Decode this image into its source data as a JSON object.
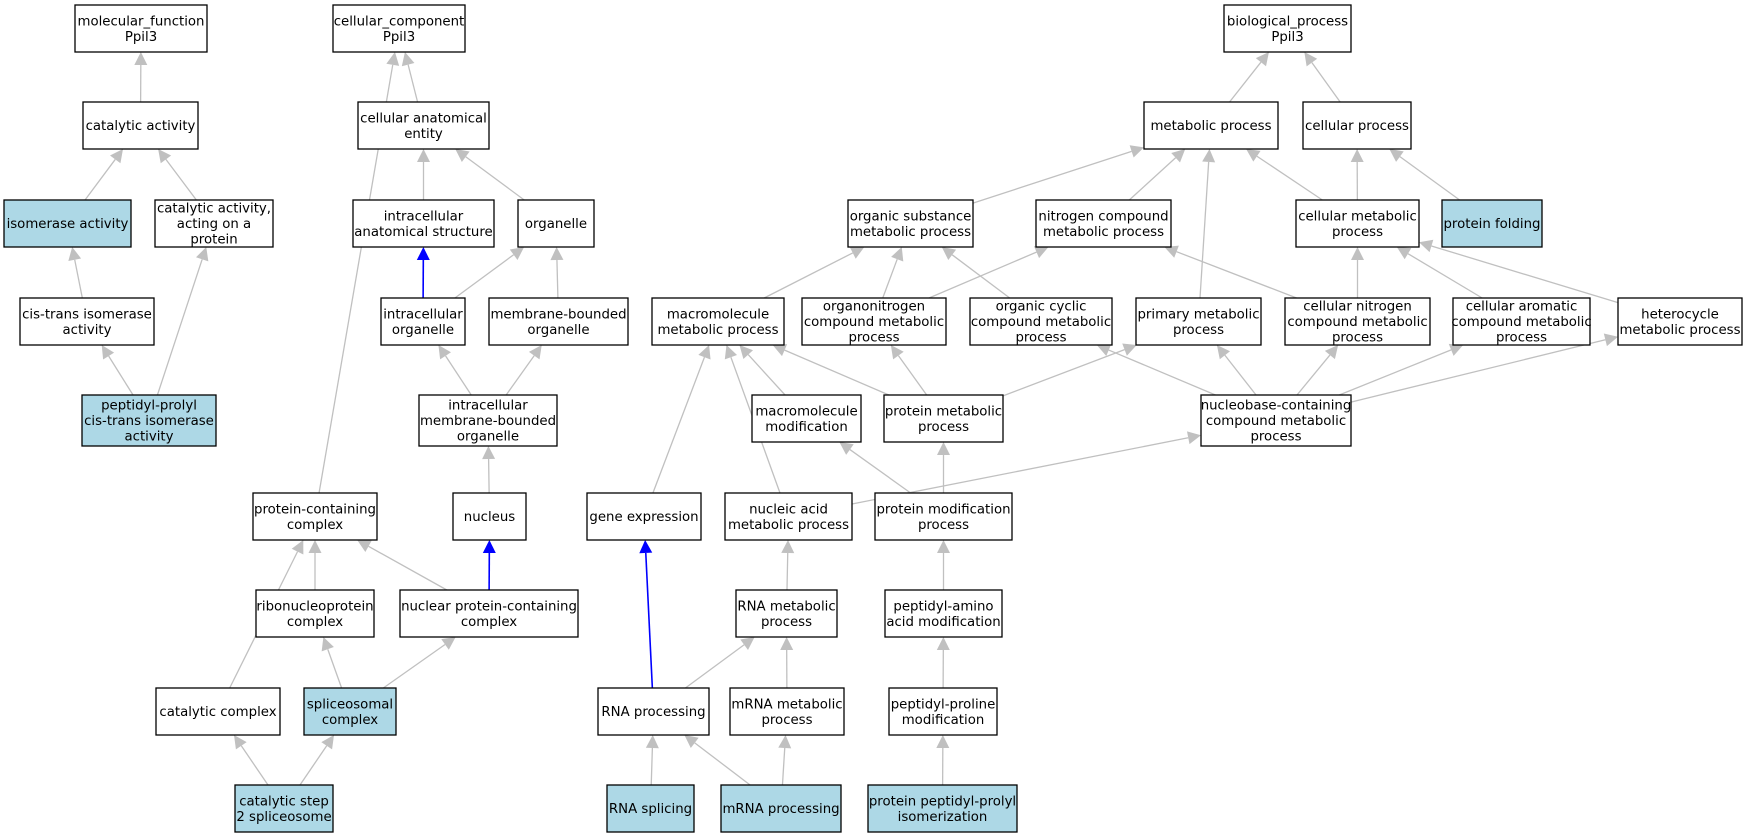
{
  "colors": {
    "node_fill": "#ffffff",
    "highlight_fill": "#add8e6",
    "edge_gray": "#c0c0c0",
    "edge_blue": "#0000ff"
  },
  "nodes": [
    {
      "id": "mf",
      "label": [
        "molecular_function",
        "Ppil3"
      ],
      "highlight": false
    },
    {
      "id": "cat",
      "label": [
        "catalytic activity"
      ],
      "highlight": false
    },
    {
      "id": "iso",
      "label": [
        "isomerase activity"
      ],
      "highlight": true
    },
    {
      "id": "catprot",
      "label": [
        "catalytic activity,",
        "acting on a",
        "protein"
      ],
      "highlight": false
    },
    {
      "id": "cti",
      "label": [
        "cis-trans isomerase",
        "activity"
      ],
      "highlight": false
    },
    {
      "id": "ppiso",
      "label": [
        "peptidyl-prolyl",
        "cis-trans isomerase",
        "activity"
      ],
      "highlight": true
    },
    {
      "id": "cc",
      "label": [
        "cellular_component",
        "Ppil3"
      ],
      "highlight": false
    },
    {
      "id": "cae",
      "label": [
        "cellular anatomical",
        "entity"
      ],
      "highlight": false
    },
    {
      "id": "ias",
      "label": [
        "intracellular",
        "anatomical structure"
      ],
      "highlight": false
    },
    {
      "id": "org",
      "label": [
        "organelle"
      ],
      "highlight": false
    },
    {
      "id": "iorg",
      "label": [
        "intracellular",
        "organelle"
      ],
      "highlight": false
    },
    {
      "id": "mbo",
      "label": [
        "membrane-bounded",
        "organelle"
      ],
      "highlight": false
    },
    {
      "id": "imbo",
      "label": [
        "intracellular",
        "membrane-bounded",
        "organelle"
      ],
      "highlight": false
    },
    {
      "id": "nuc",
      "label": [
        "nucleus"
      ],
      "highlight": false
    },
    {
      "id": "pcc",
      "label": [
        "protein-containing",
        "complex"
      ],
      "highlight": false
    },
    {
      "id": "rnp",
      "label": [
        "ribonucleoprotein",
        "complex"
      ],
      "highlight": false
    },
    {
      "id": "npcc",
      "label": [
        "nuclear protein-containing",
        "complex"
      ],
      "highlight": false
    },
    {
      "id": "catc",
      "label": [
        "catalytic complex"
      ],
      "highlight": false
    },
    {
      "id": "splc",
      "label": [
        "spliceosomal",
        "complex"
      ],
      "highlight": true
    },
    {
      "id": "cs2",
      "label": [
        "catalytic step",
        "2 spliceosome"
      ],
      "highlight": true
    },
    {
      "id": "bp",
      "label": [
        "biological_process",
        "Ppil3"
      ],
      "highlight": false
    },
    {
      "id": "met",
      "label": [
        "metabolic process"
      ],
      "highlight": false
    },
    {
      "id": "cp",
      "label": [
        "cellular process"
      ],
      "highlight": false
    },
    {
      "id": "osm",
      "label": [
        "organic substance",
        "metabolic process"
      ],
      "highlight": false
    },
    {
      "id": "ncm",
      "label": [
        "nitrogen compound",
        "metabolic process"
      ],
      "highlight": false
    },
    {
      "id": "cmp",
      "label": [
        "cellular metabolic",
        "process"
      ],
      "highlight": false
    },
    {
      "id": "pf",
      "label": [
        "protein folding"
      ],
      "highlight": true
    },
    {
      "id": "mmp",
      "label": [
        "macromolecule",
        "metabolic process"
      ],
      "highlight": false
    },
    {
      "id": "oncm",
      "label": [
        "organonitrogen",
        "compound metabolic",
        "process"
      ],
      "highlight": false
    },
    {
      "id": "occm",
      "label": [
        "organic cyclic",
        "compound metabolic",
        "process"
      ],
      "highlight": false
    },
    {
      "id": "pmp",
      "label": [
        "primary metabolic",
        "process"
      ],
      "highlight": false
    },
    {
      "id": "cncm",
      "label": [
        "cellular nitrogen",
        "compound metabolic",
        "process"
      ],
      "highlight": false
    },
    {
      "id": "cacm",
      "label": [
        "cellular aromatic",
        "compound metabolic",
        "process"
      ],
      "highlight": false
    },
    {
      "id": "hmp",
      "label": [
        "heterocycle",
        "metabolic process"
      ],
      "highlight": false
    },
    {
      "id": "mmod",
      "label": [
        "macromolecule",
        "modification"
      ],
      "highlight": false
    },
    {
      "id": "protm",
      "label": [
        "protein metabolic",
        "process"
      ],
      "highlight": false
    },
    {
      "id": "nbcm",
      "label": [
        "nucleobase-containing",
        "compound metabolic",
        "process"
      ],
      "highlight": false
    },
    {
      "id": "gexp",
      "label": [
        "gene expression"
      ],
      "highlight": false
    },
    {
      "id": "nam",
      "label": [
        "nucleic acid",
        "metabolic process"
      ],
      "highlight": false
    },
    {
      "id": "pmod",
      "label": [
        "protein modification",
        "process"
      ],
      "highlight": false
    },
    {
      "id": "rnam",
      "label": [
        "RNA metabolic",
        "process"
      ],
      "highlight": false
    },
    {
      "id": "pam",
      "label": [
        "peptidyl-amino",
        "acid modification"
      ],
      "highlight": false
    },
    {
      "id": "rnap",
      "label": [
        "RNA processing"
      ],
      "highlight": false
    },
    {
      "id": "mrnam",
      "label": [
        "mRNA metabolic",
        "process"
      ],
      "highlight": false
    },
    {
      "id": "ppm",
      "label": [
        "peptidyl-proline",
        "modification"
      ],
      "highlight": false
    },
    {
      "id": "rnas",
      "label": [
        "RNA splicing"
      ],
      "highlight": true
    },
    {
      "id": "mrnap",
      "label": [
        "mRNA processing"
      ],
      "highlight": true
    },
    {
      "id": "ppi",
      "label": [
        "protein peptidyl-prolyl",
        "isomerization"
      ],
      "highlight": true
    }
  ],
  "edges": [
    {
      "from": "cat",
      "to": "mf",
      "color": "gray"
    },
    {
      "from": "iso",
      "to": "cat",
      "color": "gray"
    },
    {
      "from": "catprot",
      "to": "cat",
      "color": "gray"
    },
    {
      "from": "cti",
      "to": "iso",
      "color": "gray"
    },
    {
      "from": "ppiso",
      "to": "cti",
      "color": "gray"
    },
    {
      "from": "ppiso",
      "to": "catprot",
      "color": "gray"
    },
    {
      "from": "cae",
      "to": "cc",
      "color": "gray"
    },
    {
      "from": "pcc",
      "to": "cc",
      "color": "gray"
    },
    {
      "from": "ias",
      "to": "cae",
      "color": "gray"
    },
    {
      "from": "org",
      "to": "cae",
      "color": "gray"
    },
    {
      "from": "iorg",
      "to": "ias",
      "color": "blue"
    },
    {
      "from": "iorg",
      "to": "org",
      "color": "gray"
    },
    {
      "from": "mbo",
      "to": "org",
      "color": "gray"
    },
    {
      "from": "imbo",
      "to": "iorg",
      "color": "gray"
    },
    {
      "from": "imbo",
      "to": "mbo",
      "color": "gray"
    },
    {
      "from": "nuc",
      "to": "imbo",
      "color": "gray"
    },
    {
      "from": "rnp",
      "to": "pcc",
      "color": "gray"
    },
    {
      "from": "npcc",
      "to": "pcc",
      "color": "gray"
    },
    {
      "from": "npcc",
      "to": "nuc",
      "color": "blue"
    },
    {
      "from": "catc",
      "to": "pcc",
      "color": "gray"
    },
    {
      "from": "splc",
      "to": "rnp",
      "color": "gray"
    },
    {
      "from": "splc",
      "to": "npcc",
      "color": "gray"
    },
    {
      "from": "cs2",
      "to": "catc",
      "color": "gray"
    },
    {
      "from": "cs2",
      "to": "splc",
      "color": "gray"
    },
    {
      "from": "met",
      "to": "bp",
      "color": "gray"
    },
    {
      "from": "cp",
      "to": "bp",
      "color": "gray"
    },
    {
      "from": "osm",
      "to": "met",
      "color": "gray"
    },
    {
      "from": "ncm",
      "to": "met",
      "color": "gray"
    },
    {
      "from": "cmp",
      "to": "met",
      "color": "gray"
    },
    {
      "from": "pmp",
      "to": "met",
      "color": "gray"
    },
    {
      "from": "cmp",
      "to": "cp",
      "color": "gray"
    },
    {
      "from": "pf",
      "to": "cp",
      "color": "gray"
    },
    {
      "from": "mmp",
      "to": "osm",
      "color": "gray"
    },
    {
      "from": "oncm",
      "to": "osm",
      "color": "gray"
    },
    {
      "from": "occm",
      "to": "osm",
      "color": "gray"
    },
    {
      "from": "oncm",
      "to": "ncm",
      "color": "gray"
    },
    {
      "from": "cncm",
      "to": "ncm",
      "color": "gray"
    },
    {
      "from": "cncm",
      "to": "cmp",
      "color": "gray"
    },
    {
      "from": "cacm",
      "to": "cmp",
      "color": "gray"
    },
    {
      "from": "hmp",
      "to": "cmp",
      "color": "gray"
    },
    {
      "from": "mmod",
      "to": "mmp",
      "color": "gray"
    },
    {
      "from": "protm",
      "to": "mmp",
      "color": "gray"
    },
    {
      "from": "gexp",
      "to": "mmp",
      "color": "gray"
    },
    {
      "from": "nam",
      "to": "mmp",
      "color": "gray"
    },
    {
      "from": "protm",
      "to": "oncm",
      "color": "gray"
    },
    {
      "from": "protm",
      "to": "pmp",
      "color": "gray"
    },
    {
      "from": "nbcm",
      "to": "occm",
      "color": "gray"
    },
    {
      "from": "nbcm",
      "to": "pmp",
      "color": "gray"
    },
    {
      "from": "nbcm",
      "to": "cncm",
      "color": "gray"
    },
    {
      "from": "nbcm",
      "to": "cacm",
      "color": "gray"
    },
    {
      "from": "nbcm",
      "to": "hmp",
      "color": "gray"
    },
    {
      "from": "nam",
      "to": "nbcm",
      "color": "gray"
    },
    {
      "from": "pmod",
      "to": "mmod",
      "color": "gray"
    },
    {
      "from": "pmod",
      "to": "protm",
      "color": "gray"
    },
    {
      "from": "rnam",
      "to": "nam",
      "color": "gray"
    },
    {
      "from": "pam",
      "to": "pmod",
      "color": "gray"
    },
    {
      "from": "rnap",
      "to": "gexp",
      "color": "blue"
    },
    {
      "from": "rnap",
      "to": "rnam",
      "color": "gray"
    },
    {
      "from": "mrnam",
      "to": "rnam",
      "color": "gray"
    },
    {
      "from": "ppm",
      "to": "pam",
      "color": "gray"
    },
    {
      "from": "rnas",
      "to": "rnap",
      "color": "gray"
    },
    {
      "from": "mrnap",
      "to": "rnap",
      "color": "gray"
    },
    {
      "from": "mrnap",
      "to": "mrnam",
      "color": "gray"
    },
    {
      "from": "ppi",
      "to": "ppm",
      "color": "gray"
    }
  ]
}
